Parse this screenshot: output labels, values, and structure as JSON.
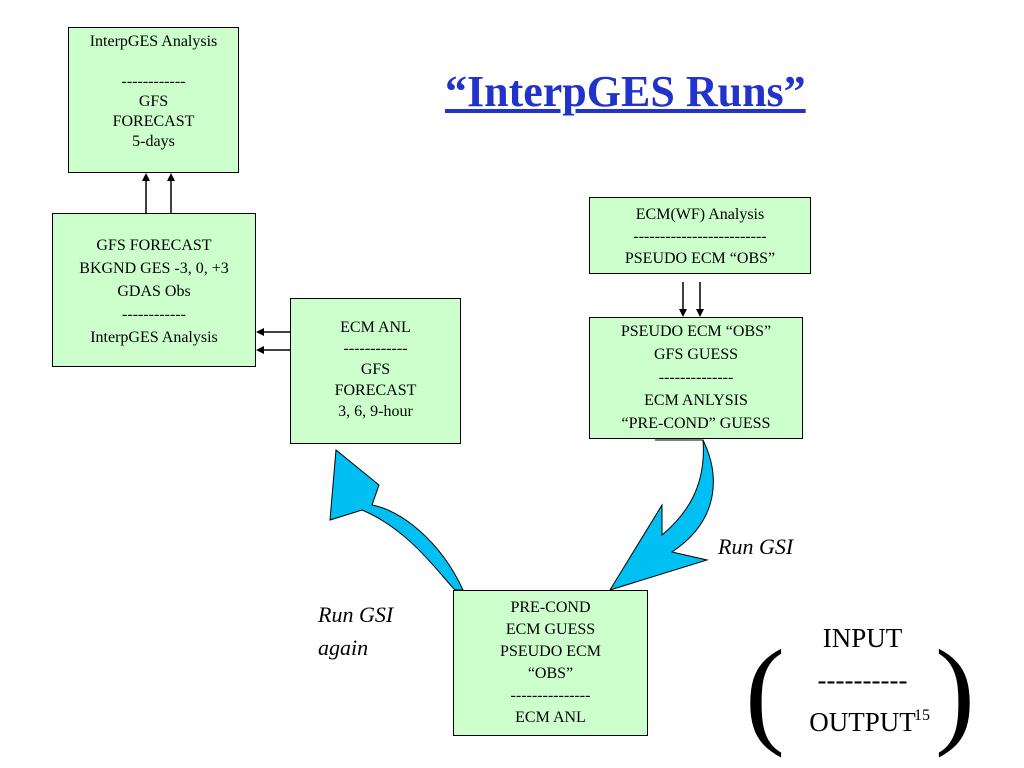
{
  "title": "“InterpGES  Runs”",
  "boxes": {
    "interpges_analysis": [
      "InterpGES Analysis",
      "",
      "------------",
      "GFS",
      "FORECAST",
      "5-days"
    ],
    "gfs_forecast_bkgnd": [
      "GFS FORECAST",
      "BKGND GES -3, 0, +3",
      "GDAS Obs",
      "------------",
      "InterpGES Analysis"
    ],
    "ecm_anl_forecast": [
      "ECM ANL",
      "------------",
      "GFS",
      "FORECAST",
      "3, 6, 9-hour"
    ],
    "ecmwf_analysis": [
      "ECM(WF) Analysis",
      "-------------------------",
      "PSEUDO ECM “OBS”"
    ],
    "pseudo_ecm_obs": [
      "PSEUDO ECM “OBS”",
      "GFS GUESS",
      "--------------",
      "ECM ANLYSIS",
      "“PRE-COND” GUESS"
    ],
    "precond_ecm_guess": [
      "PRE-COND",
      "ECM GUESS",
      "PSEUDO ECM",
      "“OBS”",
      "---------------",
      "ECM ANL"
    ]
  },
  "labels": {
    "run_gsi": "Run GSI",
    "run_gsi_again_line1": "Run GSI",
    "run_gsi_again_line2": "again"
  },
  "legend": {
    "input": "INPUT",
    "divider": "----------",
    "output": "OUTPUT",
    "open_paren": "(",
    "close_paren": ")"
  },
  "page_number": "15",
  "colors": {
    "box_fill": "#ccffcc",
    "title": "#2233cc",
    "curved_arrow": "#00bff3"
  }
}
